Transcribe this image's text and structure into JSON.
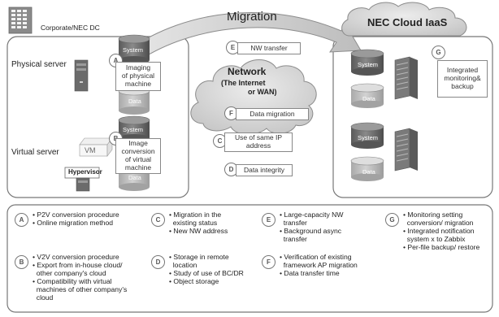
{
  "header": {
    "dc_label": "Corporate/NEC DC",
    "migration_title": "Migration",
    "cloud_title": "NEC Cloud IaaS"
  },
  "left": {
    "physical_server_label": "Physical server",
    "virtual_server_label": "Virtual server",
    "vm_label": "VM",
    "hypervisor_label": "Hypervisor",
    "system_label": "System",
    "data_label": "Data"
  },
  "steps": {
    "A": {
      "letter": "A",
      "text": [
        "Imaging",
        "of physical",
        "machine"
      ]
    },
    "B": {
      "letter": "B",
      "text": [
        "Image",
        "conversion",
        "of virtual",
        "machine"
      ]
    },
    "C": {
      "letter": "C",
      "text": [
        "Use of same IP",
        "address"
      ]
    },
    "D": {
      "letter": "D",
      "text": [
        "Data integrity"
      ]
    },
    "E": {
      "letter": "E",
      "text": [
        "NW transfer"
      ]
    },
    "F": {
      "letter": "F",
      "text": [
        "Data migration"
      ]
    },
    "G": {
      "letter": "G",
      "text": [
        "Integrated",
        "monitoring&",
        "backup"
      ]
    }
  },
  "network": {
    "title": "Network",
    "subtitle_line1": "(The Internet",
    "subtitle_line2": "or WAN)"
  },
  "right": {
    "system_label": "System",
    "data_label": "Data"
  },
  "legend": [
    {
      "letter": "A",
      "lines": [
        "• P2V conversion procedure",
        "• Online migration method"
      ]
    },
    {
      "letter": "B",
      "lines": [
        "• V2V conversion procedure",
        "• Export from in-house cloud/",
        "  other company's cloud",
        "• Compatibility with virtual",
        "  machines of other company's",
        "  cloud"
      ]
    },
    {
      "letter": "C",
      "lines": [
        "• Migration in the",
        "  existing status",
        "• New NW address"
      ]
    },
    {
      "letter": "D",
      "lines": [
        "• Storage in remote",
        "  location",
        "• Study of use of BC/DR",
        "• Object storage"
      ]
    },
    {
      "letter": "E",
      "lines": [
        "• Large-capacity NW",
        "  transfer",
        "• Background async",
        "  transfer"
      ]
    },
    {
      "letter": "F",
      "lines": [
        "• Verification of existing",
        "  framework AP migration",
        "• Data transfer time"
      ]
    },
    {
      "letter": "G",
      "lines": [
        "• Monitoring setting",
        "  conversion/ migration",
        "• Integrated notification",
        "  system x to Zabbix",
        "• Per-file backup/ restore"
      ]
    }
  ],
  "colors": {
    "panel_border": "#777777",
    "cylinder_top": "#6e6e6e",
    "cylinder_light": "#bdbdbd",
    "cloud_fill": "#d6d6d6",
    "arrow_fill": "#c8c8c8"
  }
}
